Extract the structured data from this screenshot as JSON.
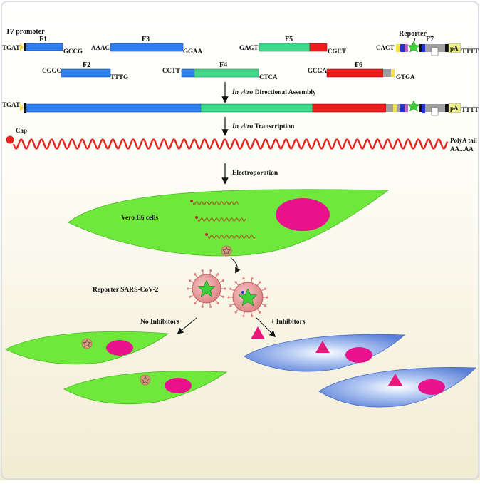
{
  "title": "T7 promoter",
  "fragments": {
    "F1": {
      "label": "F1",
      "left": "TGAT",
      "right": "GCCG"
    },
    "F2": {
      "label": "F2",
      "left": "CGGC",
      "right": "TTTG"
    },
    "F3": {
      "label": "F3",
      "left": "AAAC",
      "right": "GGAA"
    },
    "F4": {
      "label": "F4",
      "left": "CCTT",
      "right": "CTCA"
    },
    "F5": {
      "label": "F5",
      "left": "GAGT",
      "right": "CGCT"
    },
    "F6": {
      "label": "F6",
      "left": "GCGA",
      "right": "GTGA"
    },
    "F7": {
      "label": "F7",
      "left": "CACT",
      "right": "TTTT",
      "reporter": "Reporter",
      "pa": "pA"
    }
  },
  "assembled": {
    "left": "TGAT",
    "right": "TTTT",
    "pa": "pA"
  },
  "steps": {
    "assembly": {
      "italic": "In vitro",
      "rest": " Directional Assembly"
    },
    "transcription": {
      "italic": "In vitro",
      "rest": " Transcription"
    },
    "electroporation": "Electroporation"
  },
  "rna": {
    "cap": "Cap",
    "polya": "PolyA tail",
    "aa": "AA...AA"
  },
  "cells": {
    "vero": "Vero E6 cells"
  },
  "virus": {
    "label": "Reporter SARS-CoV-2"
  },
  "conditions": {
    "no_inhibitors": "No Inhibitors",
    "plus_inhibitors": "+ Inhibitors"
  },
  "colors": {
    "fragment_blue": "#2e7ff0",
    "fragment_green": "#40d98c",
    "fragment_red": "#ef1c1c",
    "rna_red": "#e8221c",
    "cell_green": "#6ee83a",
    "nucleus_magenta": "#e8128c",
    "star_green": "#3ecf3a",
    "cell_blue": "#6e8fe6"
  }
}
